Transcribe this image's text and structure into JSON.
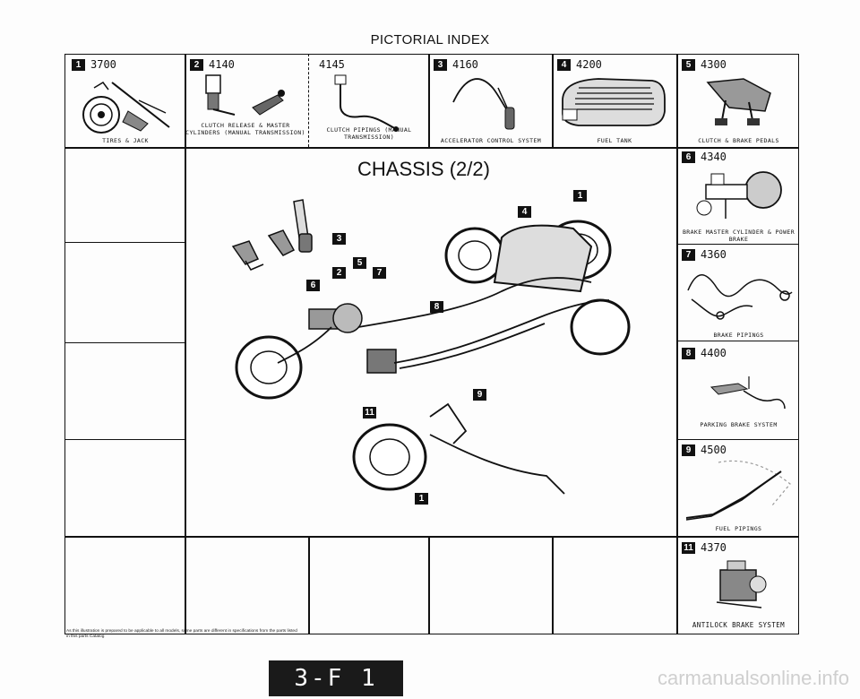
{
  "title": "PICTORIAL INDEX",
  "top_row": [
    {
      "num": "1",
      "code": "3700",
      "caption": "TIRES & JACK"
    },
    {
      "num": "2",
      "code": "4140",
      "caption": "CLUTCH RELEASE & MASTER CYLINDERS (MANUAL TRANSMISSION)"
    },
    {
      "num": "",
      "code": "4145",
      "caption": "CLUTCH PIPINGS (MANUAL TRANSMISSION)"
    },
    {
      "num": "3",
      "code": "4160",
      "caption": "ACCELERATOR CONTROL SYSTEM"
    },
    {
      "num": "4",
      "code": "4200",
      "caption": "FUEL TANK"
    },
    {
      "num": "5",
      "code": "4300",
      "caption": "CLUTCH & BRAKE PEDALS"
    }
  ],
  "right_col": [
    {
      "num": "6",
      "code": "4340",
      "caption": "BRAKE MASTER CYLINDER & POWER BRAKE"
    },
    {
      "num": "7",
      "code": "4360",
      "caption": "BRAKE PIPINGS"
    },
    {
      "num": "8",
      "code": "4400",
      "caption": "PARKING BRAKE SYSTEM"
    },
    {
      "num": "9",
      "code": "4500",
      "caption": "FUEL PIPINGS"
    },
    {
      "num": "11",
      "code": "4370",
      "caption": "ANTILOCK BRAKE SYSTEM"
    }
  ],
  "center_title": "CHASSIS (2/2)",
  "callouts": [
    "1",
    "4",
    "3",
    "5",
    "2",
    "7",
    "6",
    "8",
    "9",
    "11",
    "1"
  ],
  "footnote": "As this illustration is prepared to be applicable to all models, some parts are different in specifications from the parts listed in this parts Catalog",
  "page_number": "3-F 1",
  "watermark": "carmanualsonline.info",
  "icons": [
    "tire-jack-icon",
    "clutch-cylinder-icon",
    "clutch-pipe-icon",
    "accelerator-cable-icon",
    "fuel-tank-icon",
    "pedals-icon",
    "brake-master-icon",
    "brake-pipe-icon",
    "parking-brake-icon",
    "fuel-pipe-icon",
    "abs-unit-icon",
    "chassis-illustration"
  ]
}
